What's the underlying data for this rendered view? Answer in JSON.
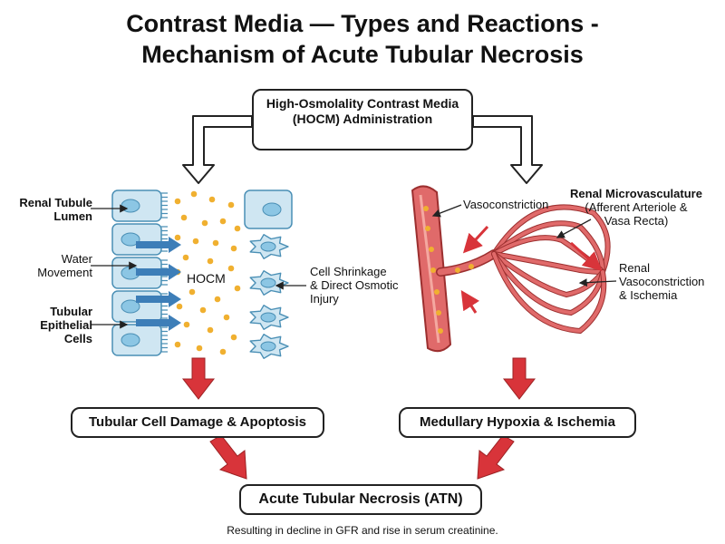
{
  "title": {
    "line1": "Contrast Media — Types and Reactions -",
    "line2": "Mechanism of Acute Tubular Necrosis"
  },
  "top_box": {
    "line1": "High-Osmolality Contrast Media",
    "line2": "(HOCM) Administration"
  },
  "left_panel": {
    "renal_tubule_lumen": [
      "Renal Tubule",
      "Lumen"
    ],
    "water_movement": [
      "Water",
      "Movement"
    ],
    "tubular_epithelial_cells": [
      "Tubular",
      "Epithelial",
      "Cells"
    ],
    "hocm": "HOCM",
    "cell_shrinkage": [
      "Cell Shrinkage",
      "& Direct Osmotic",
      "Injury"
    ]
  },
  "right_panel": {
    "vasoconstriction": "Vasoconstriction",
    "renal_microvasculature": [
      "Renal Microvasculature",
      "(Afferent Arteriole &",
      "Vasa Recta)"
    ],
    "renal_vasoconstriction": [
      "Renal",
      "Vasoconstriction",
      "& Ischemia"
    ]
  },
  "outcomes": {
    "left": "Tubular Cell Damage & Apoptosis",
    "right": "Medullary Hypoxia & Ischemia",
    "final": "Acute Tubular Necrosis (ATN)"
  },
  "footnote": "Resulting in decline in GFR and rise in serum creatinine.",
  "colors": {
    "particle": "#f0b030",
    "cell_fill": "#cfe6f2",
    "cell_stroke": "#4a8fb5",
    "nucleus": "#8cc6e4",
    "water_arrow": "#3d7eb8",
    "vessel": "#e06a6a",
    "vessel_light": "#f4a8a0",
    "red_arrow": "#d8343a"
  }
}
